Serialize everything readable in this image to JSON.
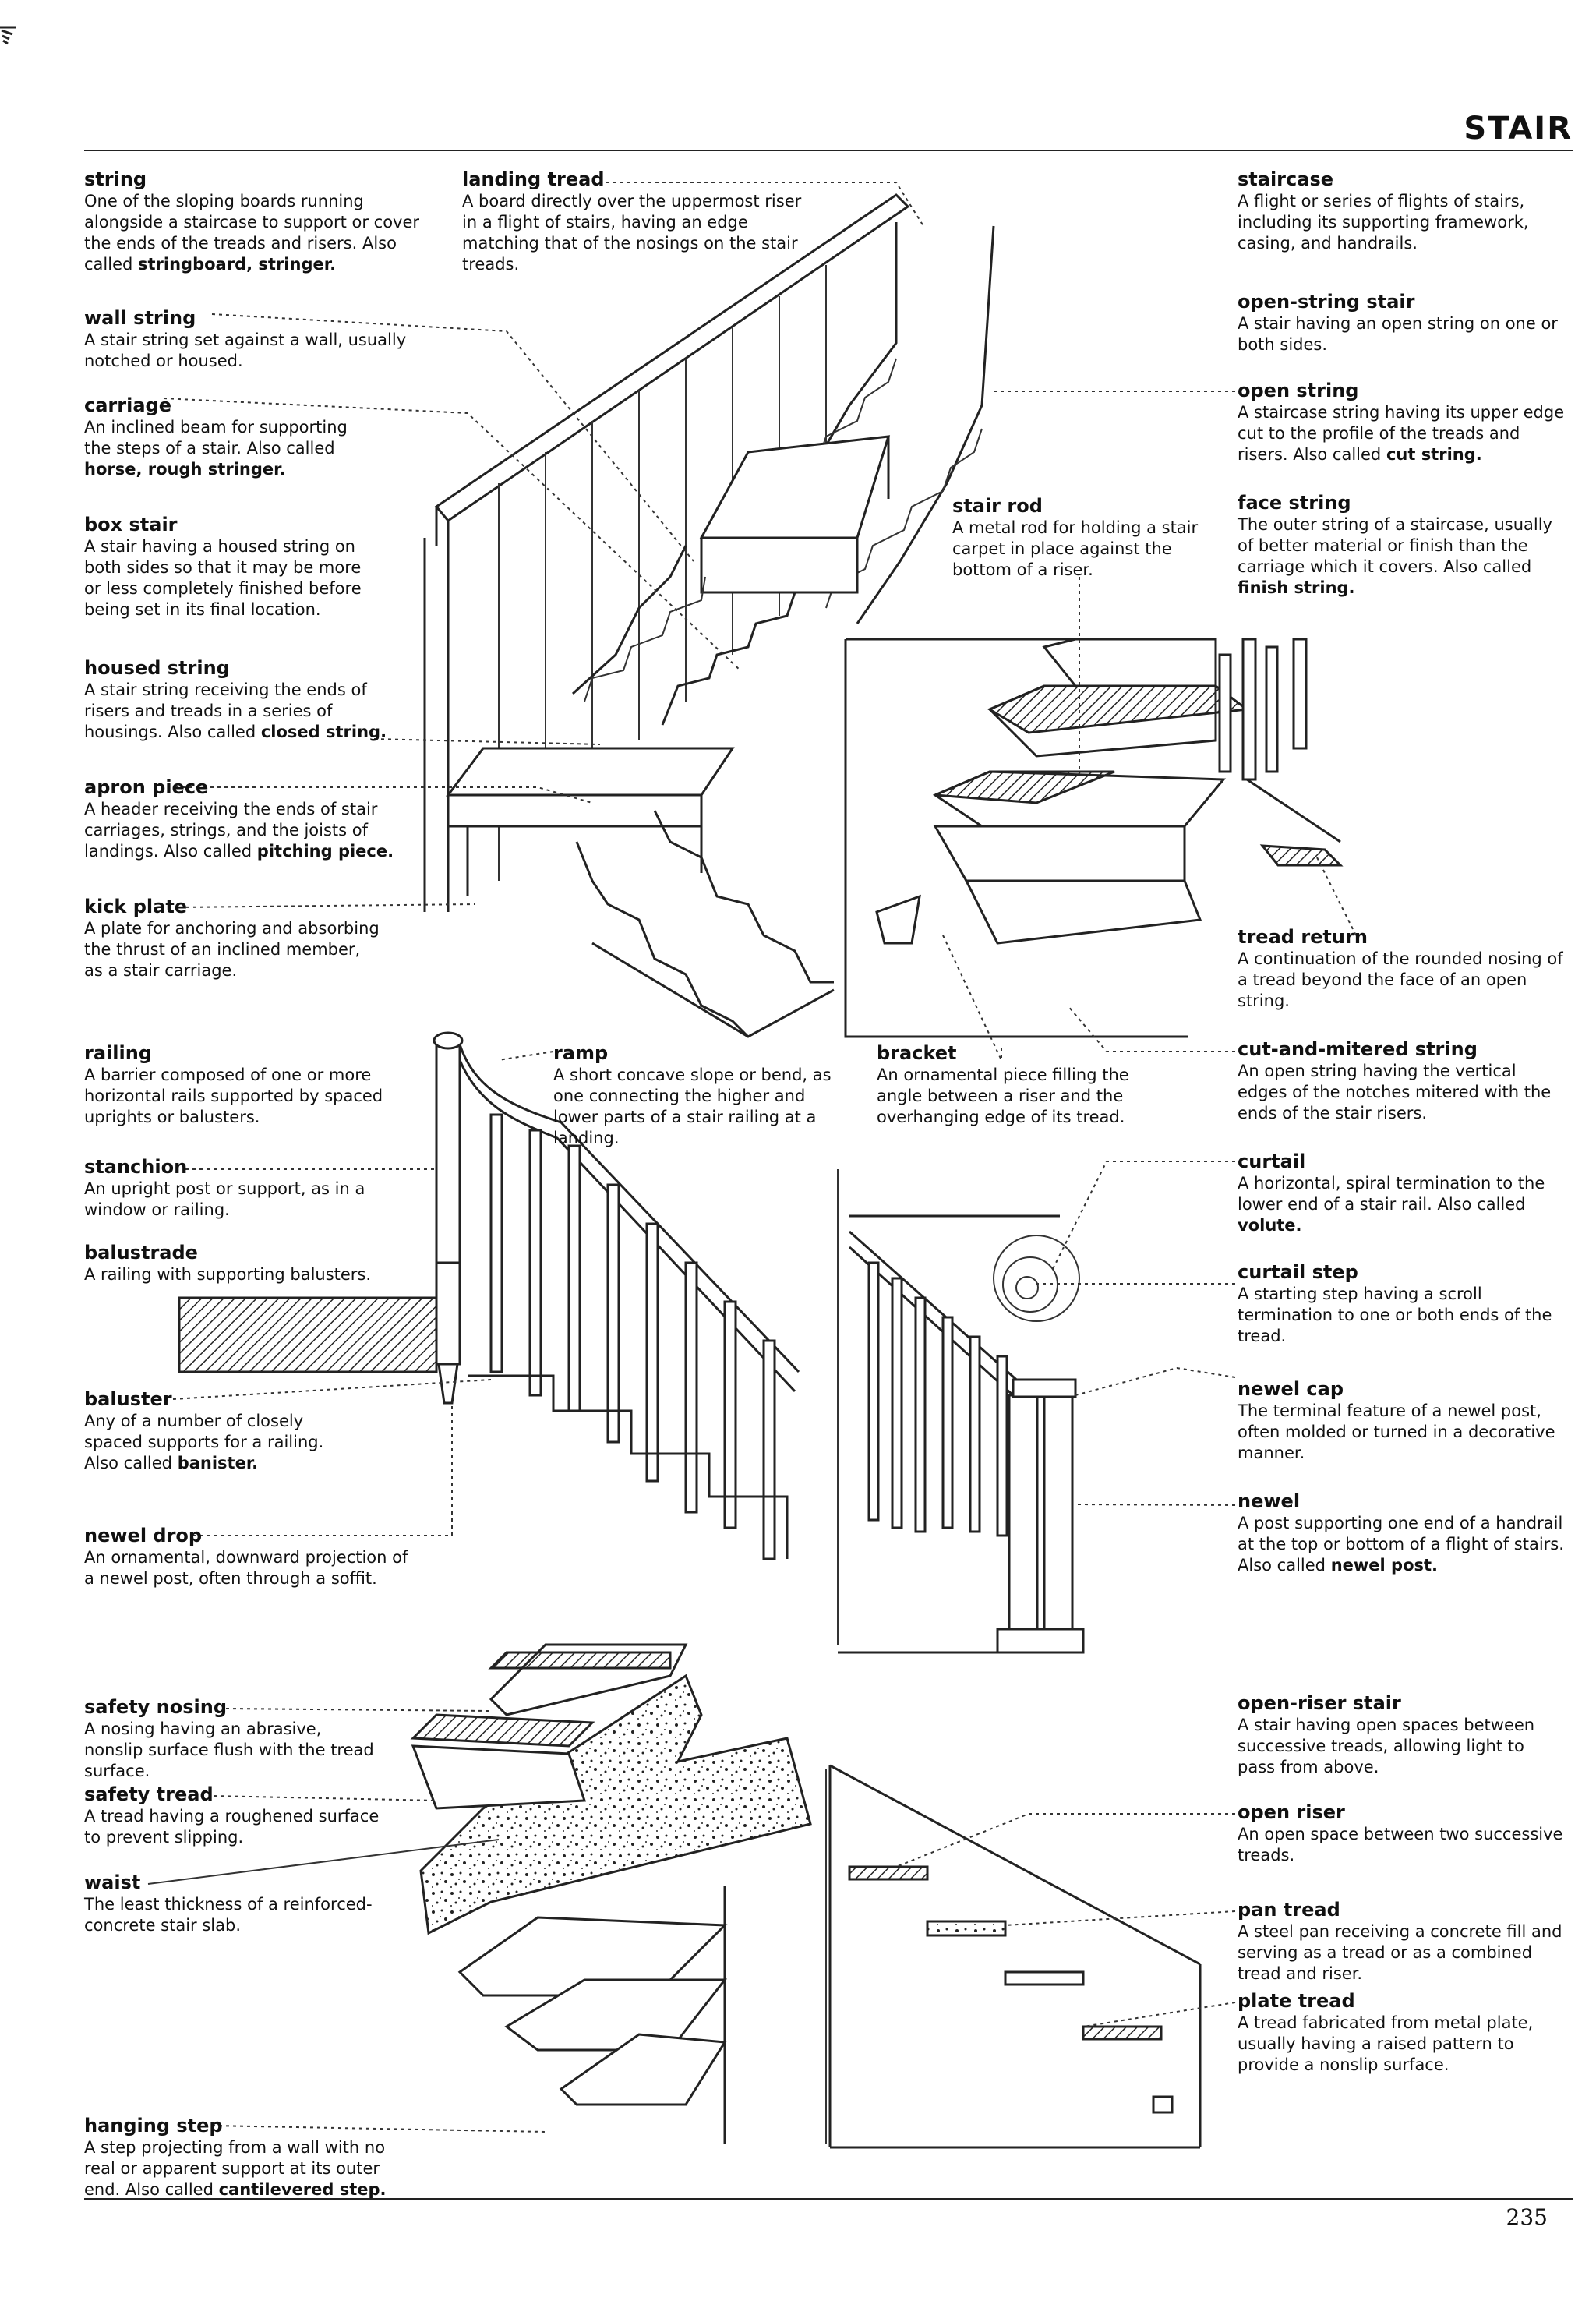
{
  "page": {
    "section_title": "STAIR",
    "page_number": "235"
  },
  "entries": {
    "string": {
      "term": "string",
      "def": "One of the sloping boards running alongside a staircase to support or cover the ends of the treads and risers.",
      "also": "Also called ",
      "alt": "stringboard, stringer."
    },
    "wall_string": {
      "term": "wall string",
      "def": "A stair string set against a wall, usually notched or housed.",
      "also": "",
      "alt": ""
    },
    "carriage": {
      "term": "carriage",
      "def": "An inclined beam for supporting the steps of a stair.",
      "also": " Also called ",
      "alt": "horse, rough stringer."
    },
    "box_stair": {
      "term": "box stair",
      "def": "A stair having a housed string on both sides so that it may be more or less completely finished before being set in its final location.",
      "also": "",
      "alt": ""
    },
    "housed_string": {
      "term": "housed string",
      "def": "A stair string receiving the ends of risers and treads in a series of housings.",
      "also": " Also called ",
      "alt": "closed string."
    },
    "apron_piece": {
      "term": "apron piece",
      "def": "A header receiving the ends of stair carriages, strings, and the joists of landings.",
      "also": " Also called ",
      "alt": "pitching piece."
    },
    "kick_plate": {
      "term": "kick plate",
      "def": "A plate for anchoring and absorbing the thrust of an inclined member, as a stair carriage.",
      "also": "",
      "alt": ""
    },
    "landing_tread": {
      "term": "landing tread",
      "def": "A board directly over the uppermost riser in a flight of stairs, having an edge matching that of the nosings on the stair treads.",
      "also": "",
      "alt": ""
    },
    "staircase": {
      "term": "staircase",
      "def": "A flight or series of flights of stairs, including its supporting framework, casing, and handrails.",
      "also": "",
      "alt": ""
    },
    "open_string_stair": {
      "term": "open-string stair",
      "def": "A stair having an open string on one or both sides.",
      "also": "",
      "alt": ""
    },
    "open_string": {
      "term": "open string",
      "def": "A staircase string having its upper edge cut to the profile of the treads and risers.",
      "also": " Also called ",
      "alt": "cut string."
    },
    "face_string": {
      "term": "face string",
      "def": "The outer string of a staircase, usually of better material or finish than the carriage which it covers.",
      "also": " Also called ",
      "alt": "finish string."
    },
    "stair_rod": {
      "term": "stair rod",
      "def": "A metal rod for holding a stair carpet in place against the bottom of a riser.",
      "also": "",
      "alt": ""
    },
    "tread_return": {
      "term": "tread return",
      "def": "A continuation of the rounded nosing of a tread beyond the face of an open string.",
      "also": "",
      "alt": ""
    },
    "cut_and_mitered_string": {
      "term": "cut-and-mitered string",
      "def": "An open string having the vertical edges of the notches mitered with the ends of the stair risers.",
      "also": "",
      "alt": ""
    },
    "railing": {
      "term": "railing",
      "def": "A barrier composed of one or more horizontal rails supported by spaced uprights or balusters.",
      "also": "",
      "alt": ""
    },
    "stanchion": {
      "term": "stanchion",
      "def": "An upright post or support, as in a window or railing.",
      "also": "",
      "alt": ""
    },
    "balustrade": {
      "term": "balustrade",
      "def": "A railing with supporting balusters.",
      "also": "",
      "alt": ""
    },
    "baluster": {
      "term": "baluster",
      "def": "Any of a number of closely spaced supports for a railing.",
      "also": " Also called ",
      "alt": "banister."
    },
    "newel_drop": {
      "term": "newel drop",
      "def": "An ornamental, downward projection of a newel post, often through a soffit.",
      "also": "",
      "alt": ""
    },
    "ramp": {
      "term": "ramp",
      "def": "A short concave slope or bend, as one connecting the higher and lower parts of a stair railing at a landing.",
      "also": "",
      "alt": ""
    },
    "bracket": {
      "term": "bracket",
      "def": "An ornamental piece filling the angle between a riser and the overhanging edge of its tread.",
      "also": "",
      "alt": ""
    },
    "curtail": {
      "term": "curtail",
      "def": "A horizontal, spiral termination to the lower end of a stair rail.",
      "also": " Also called ",
      "alt": "volute."
    },
    "curtail_step": {
      "term": "curtail step",
      "def": "A starting step having a scroll termination to one or both ends of the tread.",
      "also": "",
      "alt": ""
    },
    "newel_cap": {
      "term": "newel cap",
      "def": "The terminal feature of a newel post, often molded or turned in a decorative manner.",
      "also": "",
      "alt": ""
    },
    "newel": {
      "term": "newel",
      "def": "A post supporting one end of a handrail at the top or bottom of a flight of stairs.",
      "also": " Also called ",
      "alt": "newel post."
    },
    "safety_nosing": {
      "term": "safety nosing",
      "def": "A nosing having an abrasive, nonslip surface flush with the tread surface.",
      "also": "",
      "alt": ""
    },
    "safety_tread": {
      "term": "safety tread",
      "def": "A tread having a roughened surface to prevent slipping.",
      "also": "",
      "alt": ""
    },
    "waist": {
      "term": "waist",
      "def": "The least thickness of a reinforced-concrete stair slab.",
      "also": "",
      "alt": ""
    },
    "hanging_step": {
      "term": "hanging step",
      "def": "A step projecting from a wall with no real or apparent support at its outer end.",
      "also": " Also called ",
      "alt": "cantilevered step."
    },
    "open_riser_stair": {
      "term": "open-riser stair",
      "def": "A stair having open spaces between successive treads, allowing light to pass from above.",
      "also": "",
      "alt": ""
    },
    "open_riser": {
      "term": "open riser",
      "def": "An open space between two successive treads.",
      "also": "",
      "alt": ""
    },
    "pan_tread": {
      "term": "pan tread",
      "def": "A steel pan receiving a concrete fill and serving as a tread or as a combined tread and riser.",
      "also": "",
      "alt": ""
    },
    "plate_tread": {
      "term": "plate tread",
      "def": "A tread fabricated from metal plate, usually having a raised pattern to provide a nonslip surface.",
      "also": "",
      "alt": ""
    }
  }
}
